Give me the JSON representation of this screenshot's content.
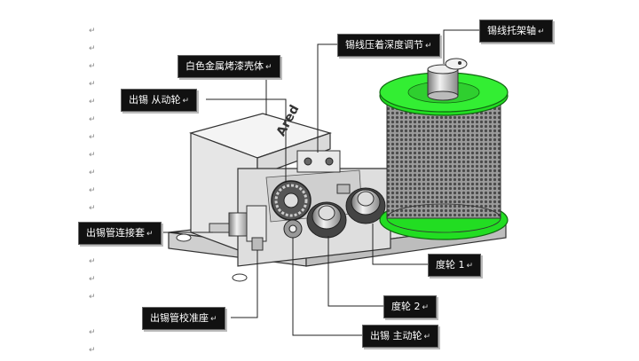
{
  "labels": {
    "spool_shaft": "锡线托架轴",
    "pressure_depth": "锡线压着深度调节",
    "shell": "白色金属烤漆壳体",
    "driven_wheel": "出锡 从动轮",
    "tube_sleeve": "出锡管连接套",
    "calib_seat": "出锡管校准座",
    "main_wheel": "出锡 主动轮",
    "wheel_2": "度轮 2",
    "wheel_1": "度轮 1"
  },
  "return_mark": "↵",
  "body_text": {
    "brand": "Ared"
  },
  "colors": {
    "spool_green": "#22dd22",
    "label_bg": "#111111",
    "label_text": "#ffffff",
    "metal": "#d9d9d9"
  }
}
